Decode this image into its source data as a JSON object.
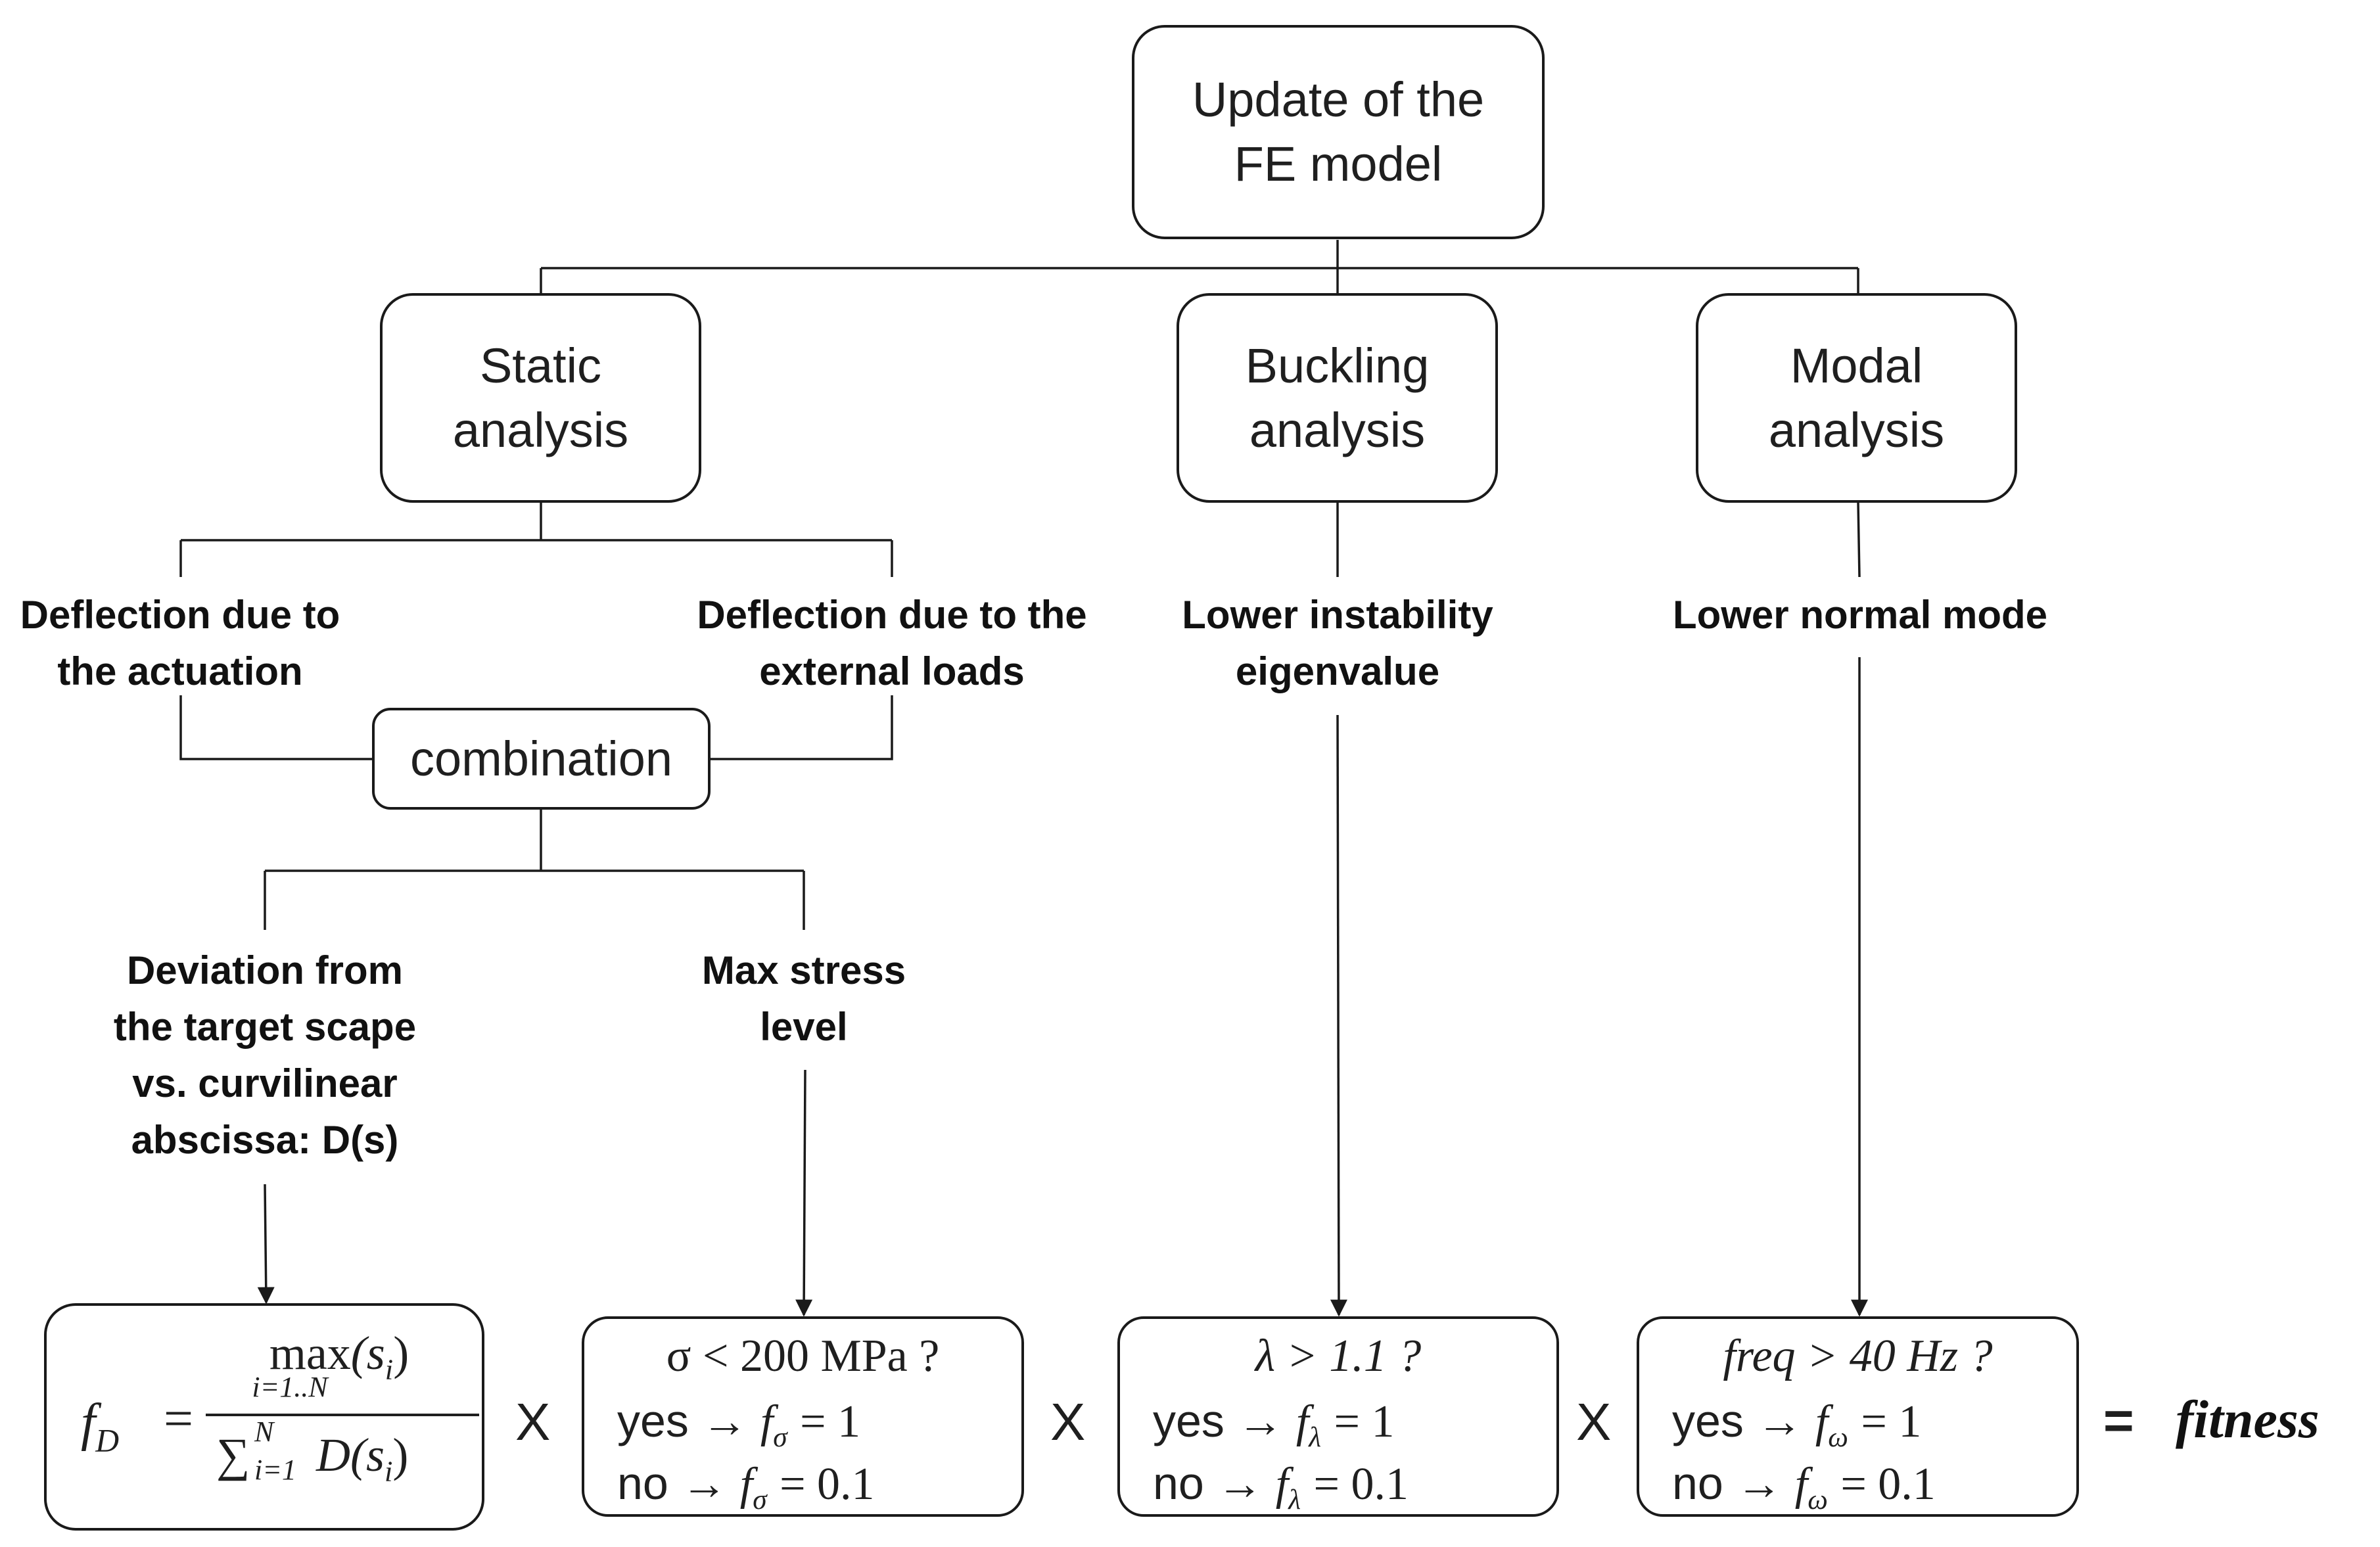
{
  "nodes": {
    "root": [
      "Update of the",
      "FE model"
    ],
    "static": [
      "Static",
      "analysis"
    ],
    "buckling": [
      "Buckling",
      "analysis"
    ],
    "modal": [
      "Modal",
      "analysis"
    ],
    "combination": "combination"
  },
  "labels": {
    "deflection_actuation": [
      "Deflection due to",
      "the actuation"
    ],
    "deflection_external": [
      "Deflection due to the",
      "external loads"
    ],
    "lower_instability": [
      "Lower instability",
      "eigenvalue"
    ],
    "lower_normal_mode": "Lower normal mode",
    "deviation": [
      "Deviation from",
      "the target scape",
      "vs. curvilinear",
      "abscissa: D(s)"
    ],
    "max_stress": [
      "Max stress",
      "level"
    ]
  },
  "formula_fd": {
    "lhs": "f",
    "lhs_sub": "D",
    "equals": "=",
    "num_op": "max",
    "num_op_sub": "i=1..N",
    "num_arg": "(s",
    "num_arg_sub": "i",
    "num_close": ")",
    "den_sum": "∑",
    "den_sum_sub": "i=1",
    "den_sum_sup": "N",
    "den_arg": "D(s",
    "den_arg_sub": "i",
    "den_close": ")"
  },
  "conditions": {
    "stress": {
      "question": "σ < 200 MPa ?",
      "yes_prefix": "yes →",
      "yes_f": "f",
      "yes_sub": "σ",
      "yes_val": "= 1",
      "no_prefix": "no →",
      "no_f": "f",
      "no_sub": "σ",
      "no_val": "= 0.1"
    },
    "buckling": {
      "question": "λ > 1.1 ?",
      "yes_prefix": "yes →",
      "yes_f": "f",
      "yes_sub": "λ",
      "yes_val": "= 1",
      "no_prefix": "no →",
      "no_f": "f",
      "no_sub": "λ",
      "no_val": "= 0.1"
    },
    "modal": {
      "question": "freq > 40 Hz ?",
      "yes_prefix": "yes →",
      "yes_f": "f",
      "yes_sub": "ω",
      "yes_val": "= 1",
      "no_prefix": "no →",
      "no_f": "f",
      "no_sub": "ω",
      "no_val": "= 0.1"
    }
  },
  "operators": {
    "times": "X",
    "equals": "="
  },
  "result": "fitness"
}
